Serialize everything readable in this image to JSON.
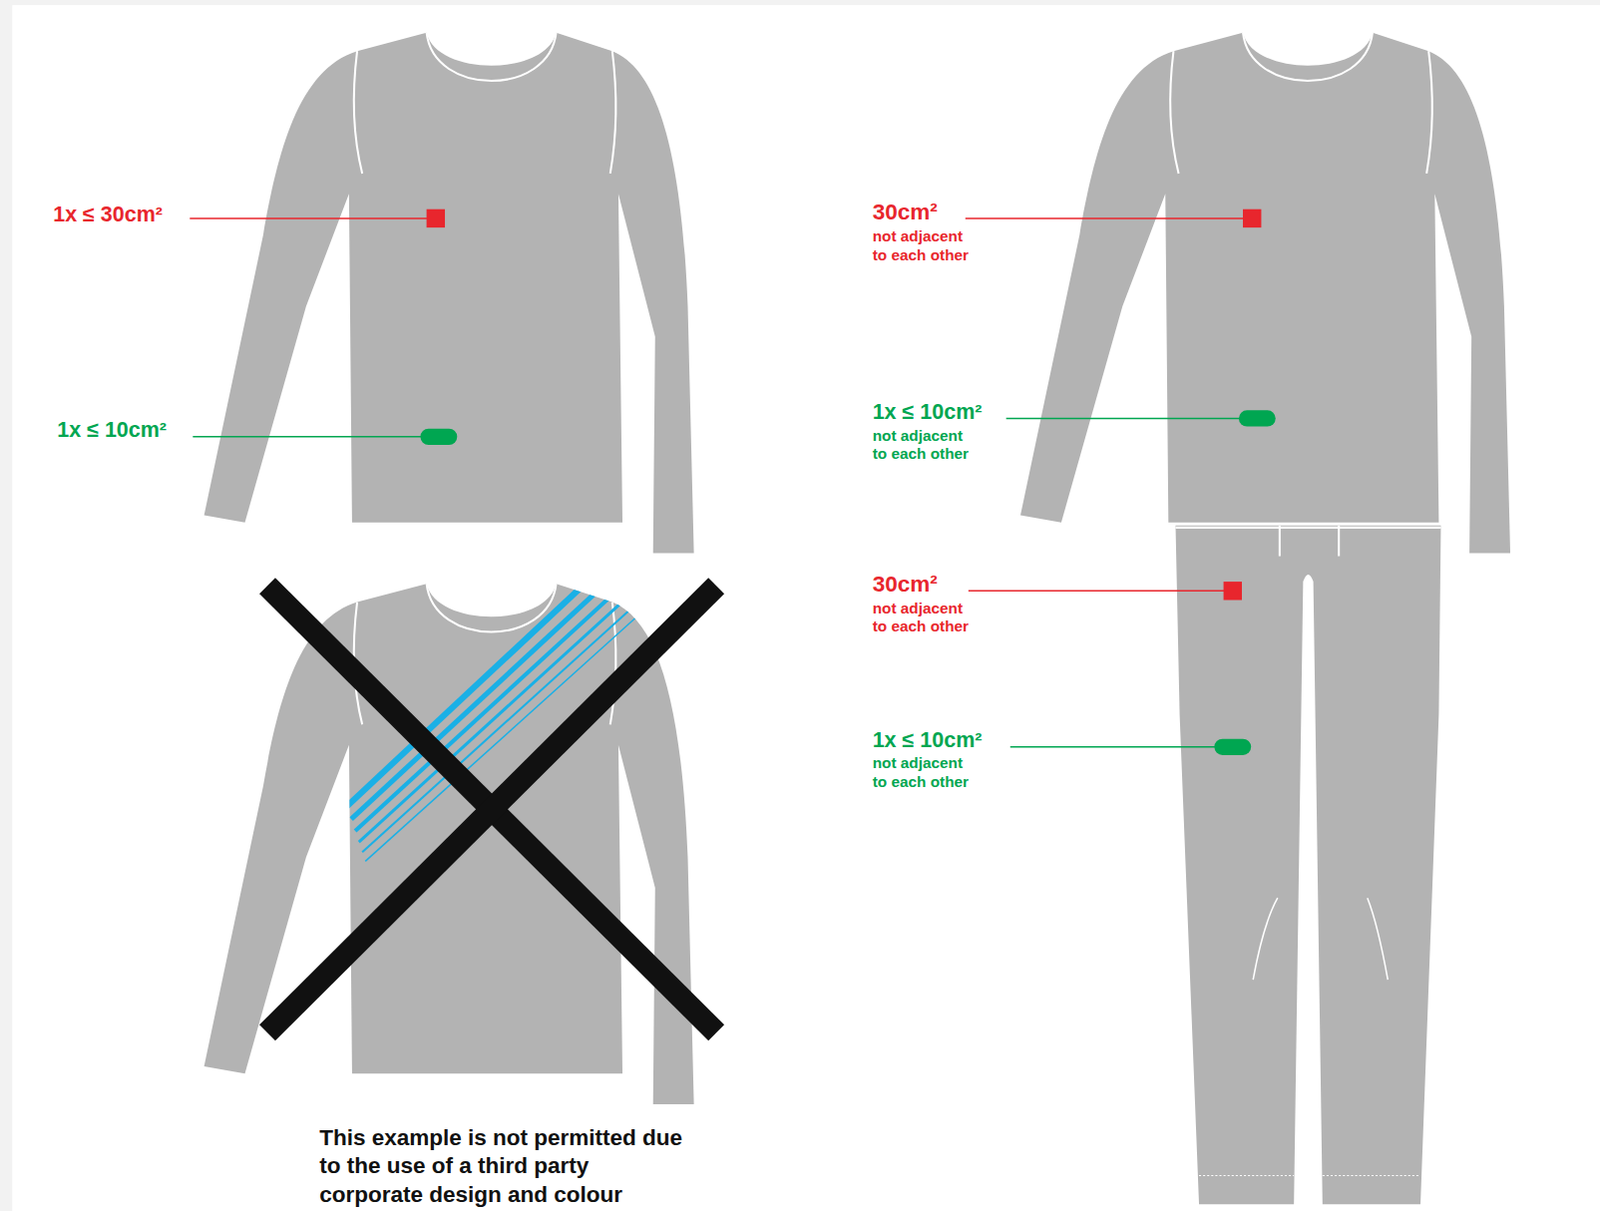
{
  "diagram": {
    "labels": [
      "1x ≤ 30cm²",
      "1x ≤ 10cm²",
      "30cm²",
      "not adjacent to each other",
      "1x ≤ 10cm²",
      "not adjacent to each other",
      "30cm²",
      "not adjacent to each other",
      "1x ≤ 10cm²",
      "not adjacent to each other",
      "This example is not permitted due to the use of a third party corporate design and colour"
    ]
  }
}
